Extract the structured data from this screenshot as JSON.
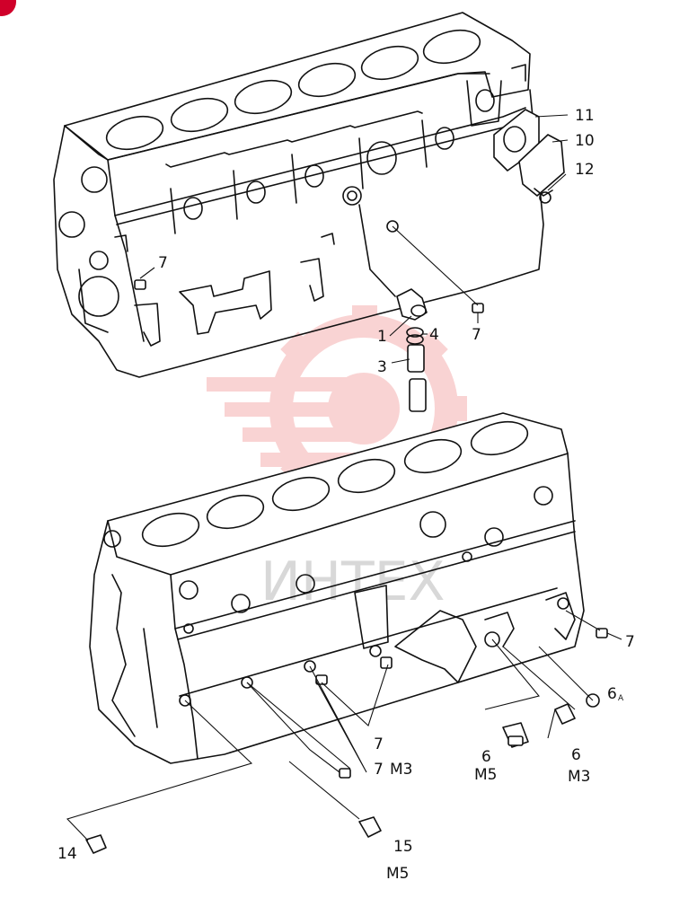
{
  "callouts": {
    "c1": "1",
    "c3": "3",
    "c4": "4",
    "c6a": "6",
    "c6b": "6",
    "c6A": "6",
    "c6A_sub": "A",
    "c7a": "7",
    "c7b": "7",
    "c7c": "7",
    "c7d": "7",
    "c7e": "7",
    "c10": "10",
    "c11": "11",
    "c12": "12",
    "c14": "14",
    "c15": "15"
  },
  "markings": {
    "m3_a": "M3",
    "m3_b": "M3",
    "m5_a": "M5",
    "m5_b": "M5"
  },
  "watermark": {
    "text": "ИНТЕХ",
    "color": "#f2a0a0"
  },
  "colors": {
    "ink": "#111111",
    "corner_badge": "#d0002a"
  }
}
